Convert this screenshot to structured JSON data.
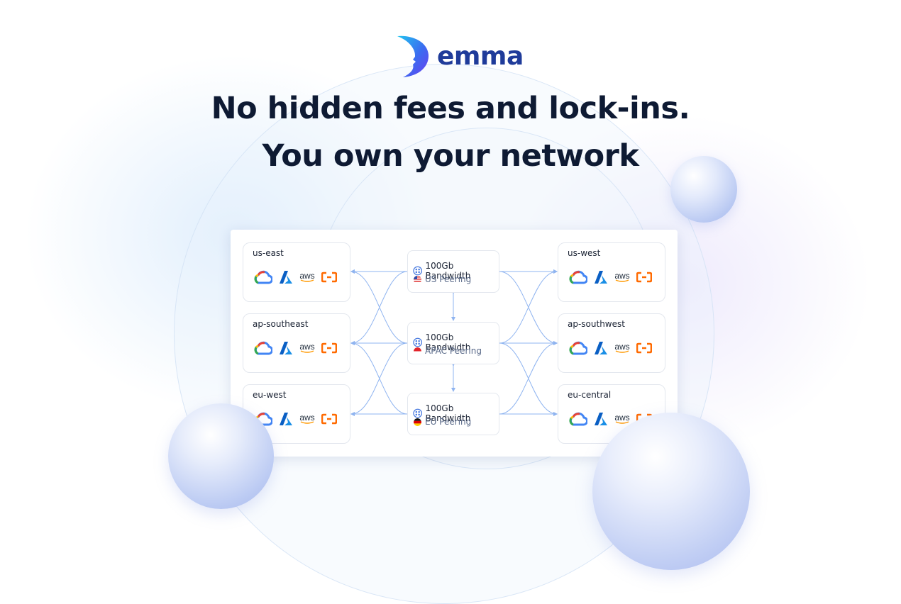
{
  "brand": {
    "name": "emma",
    "accent": "#1f3b9a"
  },
  "headline": {
    "line1": "No hidden fees and lock-ins.",
    "line2": "You own your network"
  },
  "diagram": {
    "left_regions": [
      {
        "name": "us-east",
        "providers": [
          "google-cloud-icon",
          "azure-icon",
          "aws-icon",
          "alibaba-cloud-icon"
        ]
      },
      {
        "name": "ap-southeast",
        "providers": [
          "google-cloud-icon",
          "azure-icon",
          "aws-icon",
          "alibaba-cloud-icon"
        ]
      },
      {
        "name": "eu-west",
        "providers": [
          "google-cloud-icon",
          "azure-icon",
          "aws-icon",
          "alibaba-cloud-icon"
        ]
      }
    ],
    "right_regions": [
      {
        "name": "us-west",
        "providers": [
          "google-cloud-icon",
          "azure-icon",
          "aws-icon",
          "alibaba-cloud-icon"
        ]
      },
      {
        "name": "ap-southwest",
        "providers": [
          "google-cloud-icon",
          "azure-icon",
          "aws-icon",
          "alibaba-cloud-icon"
        ]
      },
      {
        "name": "eu-central",
        "providers": [
          "google-cloud-icon",
          "azure-icon",
          "aws-icon",
          "alibaba-cloud-icon"
        ]
      }
    ],
    "peerings": [
      {
        "bandwidth": "100Gb Bandwidth",
        "name": "US Peering",
        "flag": "us-flag-icon"
      },
      {
        "bandwidth": "100Gb Bandwidth",
        "name": "APAC Peering",
        "flag": "sg-flag-icon"
      },
      {
        "bandwidth": "100Gb Bandwidth",
        "name": "EU Peering",
        "flag": "de-flag-icon"
      }
    ],
    "aws_label": "aws",
    "line_color": "#8fb4f0"
  }
}
